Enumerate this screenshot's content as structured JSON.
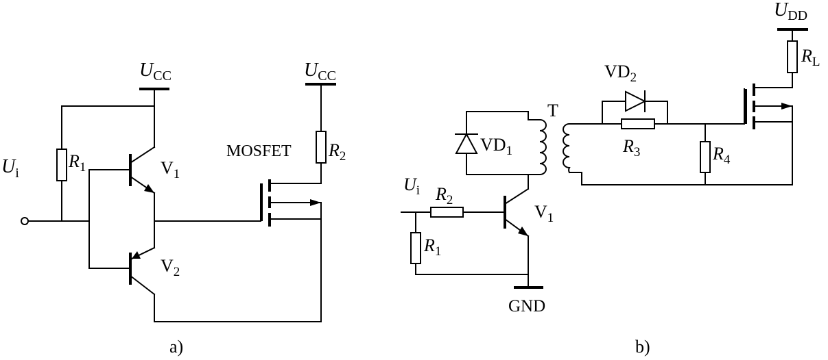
{
  "panel_a": {
    "caption": "a)",
    "supply_top_left": {
      "main": "U",
      "sub": "CC"
    },
    "supply_top_right": {
      "main": "U",
      "sub": "CC"
    },
    "input": {
      "main": "U",
      "sub": "i"
    },
    "r1": {
      "main": "R",
      "sub": "1"
    },
    "r2": {
      "main": "R",
      "sub": "2"
    },
    "v1": {
      "main": "V",
      "sub": "1"
    },
    "v2": {
      "main": "V",
      "sub": "2"
    },
    "mosfet": "MOSFET"
  },
  "panel_b": {
    "caption": "b)",
    "supply": {
      "main": "U",
      "sub": "DD"
    },
    "input": {
      "main": "U",
      "sub": "i"
    },
    "r1": {
      "main": "R",
      "sub": "1"
    },
    "r2": {
      "main": "R",
      "sub": "2"
    },
    "r3": {
      "main": "R",
      "sub": "3"
    },
    "r4": {
      "main": "R",
      "sub": "4"
    },
    "rl": {
      "main": "R",
      "sub": "L"
    },
    "vd1": {
      "main": "VD",
      "sub": "1"
    },
    "vd2": {
      "main": "VD",
      "sub": "2"
    },
    "v1": {
      "main": "V",
      "sub": "1"
    },
    "transformer": "T",
    "ground": "GND"
  }
}
